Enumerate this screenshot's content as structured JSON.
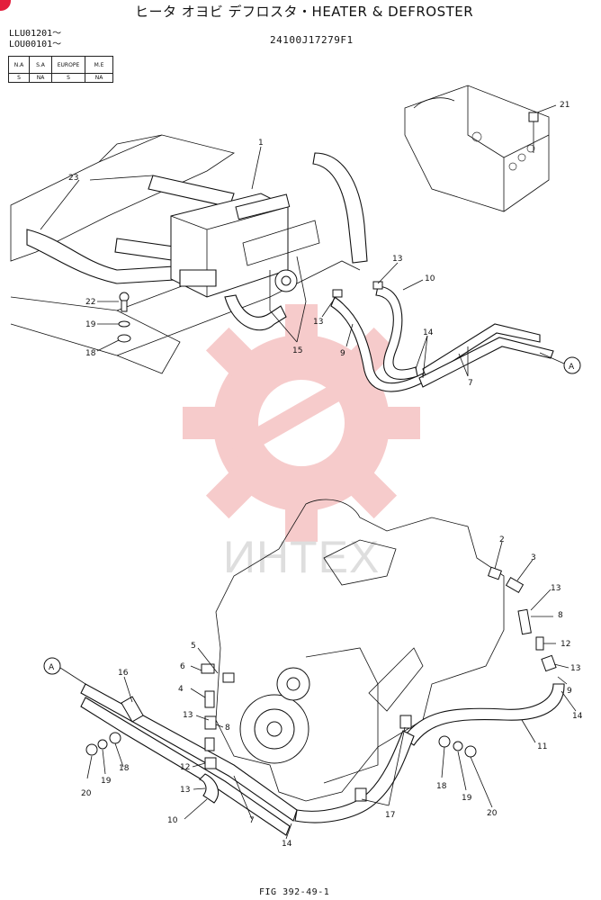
{
  "header": {
    "title": "ヒータ オヨビ デフロスタ・HEATER & DEFROSTER",
    "serial_1": "LLU01201～",
    "serial_2": "LOU00101～",
    "part_number": "24100J17279F1"
  },
  "market_table": {
    "headers": [
      "N.A",
      "S.A",
      "EUROPE",
      "M.E"
    ],
    "values": [
      "S",
      "NA",
      "S",
      "NA"
    ]
  },
  "footer": {
    "figure": "FIG 392-49-1"
  },
  "watermark": {
    "text": "ИНТЕХ",
    "color": "#f2b8b8"
  },
  "reference_marks": {
    "a_top": "A",
    "a_bottom": "A"
  },
  "callouts": {
    "c1": "1",
    "c21": "21",
    "c23": "23",
    "c22": "22",
    "c19": "19",
    "c18": "18",
    "c13a": "13",
    "c13b": "13",
    "c10": "10",
    "c9": "9",
    "c15": "15",
    "c14": "14",
    "c7": "7",
    "b2": "2",
    "b3": "3",
    "b13a": "13",
    "b8a": "8",
    "b12a": "12",
    "b13b": "13",
    "b9": "9",
    "b14a": "14",
    "b11": "11",
    "b5": "5",
    "b6": "6",
    "b4": "4",
    "b13c": "13",
    "b8b": "8",
    "b12b": "12",
    "b13d": "13",
    "b10": "10",
    "b7": "7",
    "b14b": "14",
    "b17": "17",
    "b16": "16",
    "b20a": "20",
    "b19a": "19",
    "b18a": "18",
    "b18b": "18",
    "b19b": "19",
    "b20b": "20"
  }
}
